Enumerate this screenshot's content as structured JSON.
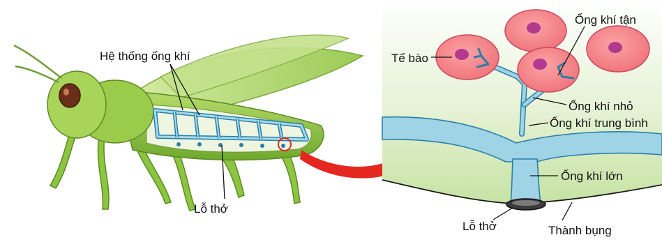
{
  "left_figure": {
    "labels": {
      "tracheal_system": "Hệ thống ống khí",
      "spiracle": "Lỗ thở"
    }
  },
  "right_figure": {
    "labels": {
      "cell": "Tế bào",
      "terminal_tracheole": "Ống khí tận",
      "small_trachea": "Ống khí nhỏ",
      "medium_trachea": "Ống khí trung bình",
      "large_trachea": "Ống khí lớn",
      "spiracle": "Lỗ thở",
      "body_wall": "Thành bụng"
    }
  },
  "colors": {
    "grasshopper_green": "#8cc63f",
    "trachea_blue": "#9fd3e6",
    "cell_red": "#f47b7f",
    "nucleus_purple": "#b13a8f",
    "arrow_red": "#e4281f",
    "tissue_green": "#d9ecc0"
  }
}
